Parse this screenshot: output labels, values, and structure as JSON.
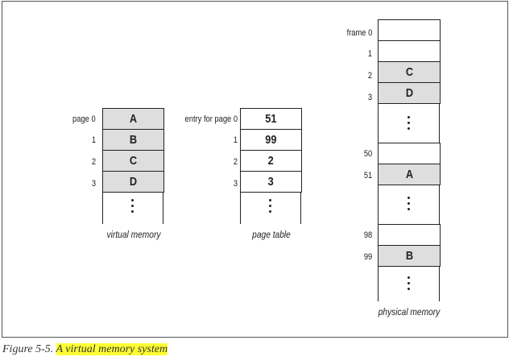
{
  "virtual_memory": {
    "row_labels": [
      "page 0",
      "1",
      "2",
      "3"
    ],
    "cells": [
      "A",
      "B",
      "C",
      "D"
    ],
    "title": "virtual memory"
  },
  "page_table": {
    "row_labels": [
      "entry for page 0",
      "1",
      "2",
      "3"
    ],
    "cells": [
      "51",
      "99",
      "2",
      "3"
    ],
    "title": "page table"
  },
  "physical_memory": {
    "labels": [
      "frame 0",
      "1",
      "2",
      "3",
      "50",
      "51",
      "98",
      "99"
    ],
    "cells": {
      "frame2": "C",
      "frame3": "D",
      "frame51": "A",
      "frame99": "B"
    },
    "title": "physical memory"
  },
  "caption": {
    "prefix": "Figure 5-5.",
    "text": "A virtual memory system"
  },
  "colors": {
    "filled_cell": "#dedede",
    "caption_highlight": "#ffff33"
  }
}
